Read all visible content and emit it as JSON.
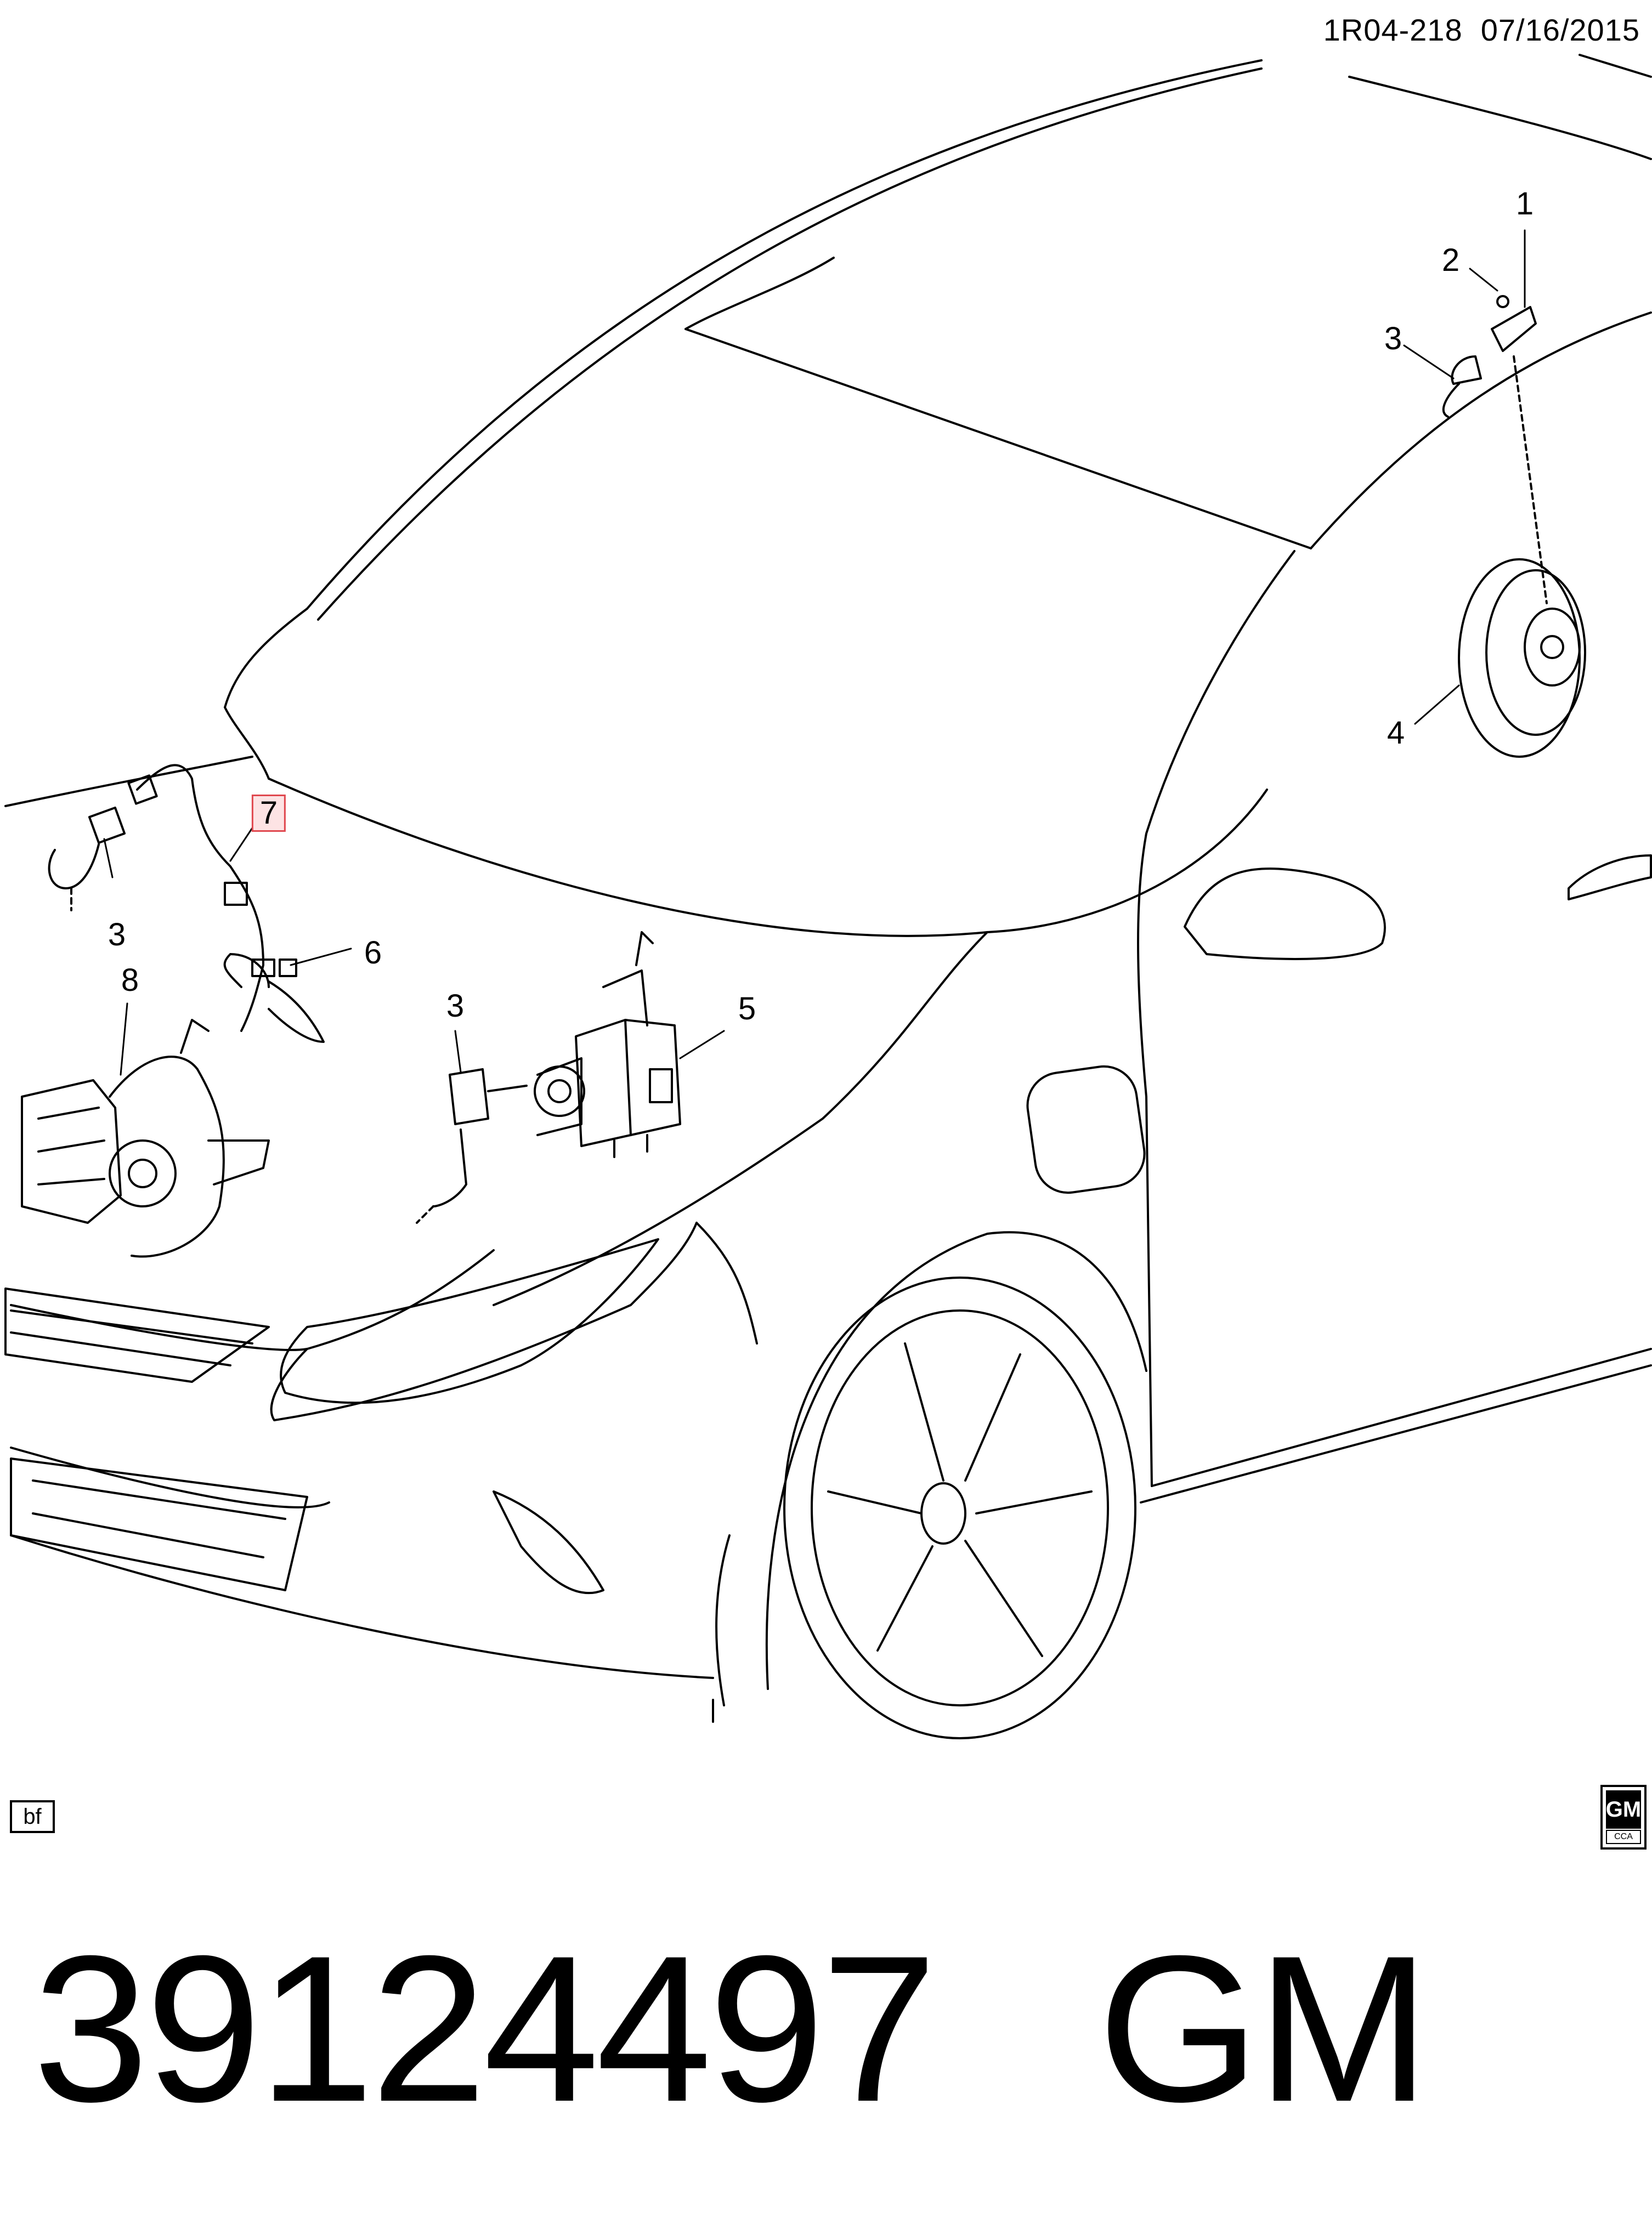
{
  "header": {
    "code": "1R04-218",
    "date": "07/16/2015"
  },
  "callouts": [
    {
      "id": "c1",
      "label": "1"
    },
    {
      "id": "c2",
      "label": "2"
    },
    {
      "id": "c3a",
      "label": "3"
    },
    {
      "id": "c4",
      "label": "4"
    },
    {
      "id": "c7",
      "label": "7"
    },
    {
      "id": "c3b",
      "label": "3"
    },
    {
      "id": "c6",
      "label": "6"
    },
    {
      "id": "c8",
      "label": "8"
    },
    {
      "id": "c3c",
      "label": "3"
    },
    {
      "id": "c5",
      "label": "5"
    }
  ],
  "footer": {
    "bf_label": "bf",
    "logo_text": "GM",
    "logo_subtext": "CCA",
    "part_number": "39124497",
    "brand": "GM"
  },
  "colors": {
    "ink": "#000000",
    "highlight_border": "#e0484f",
    "highlight_fill": "#fde3e4"
  }
}
